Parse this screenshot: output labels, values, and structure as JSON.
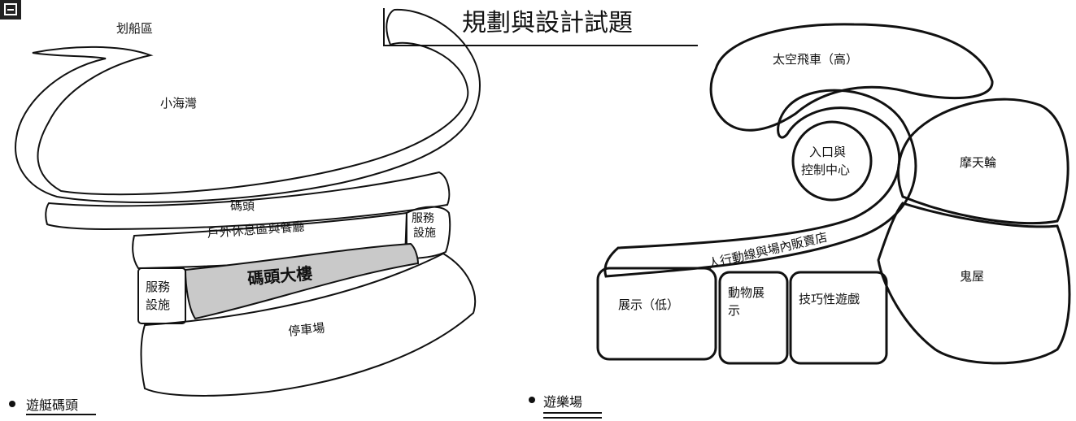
{
  "header": {
    "title": "規劃與設計試題"
  },
  "marina": {
    "caption": "遊艇碼頭",
    "rowing_area": "划船區",
    "small_bay": "小海灣",
    "pier": "碼頭",
    "outdoor_dining": "戶外休息區與餐廳",
    "service_right": [
      "服務",
      "設施"
    ],
    "service_left": [
      "服務",
      "設施"
    ],
    "pier_building": "碼頭大樓",
    "parking": "停車場"
  },
  "park": {
    "caption": "遊樂場",
    "space_coaster": "太空飛車（高）",
    "entrance": [
      "入口與",
      "控制中心"
    ],
    "ferris_wheel": "摩天輪",
    "walkway": "人行動線與場內販賣店",
    "haunted_house": "鬼屋",
    "exhibit_low": "展示（低）",
    "animal_exhibit": [
      "動物展",
      "示"
    ],
    "skill_games": "技巧性遊戲"
  }
}
